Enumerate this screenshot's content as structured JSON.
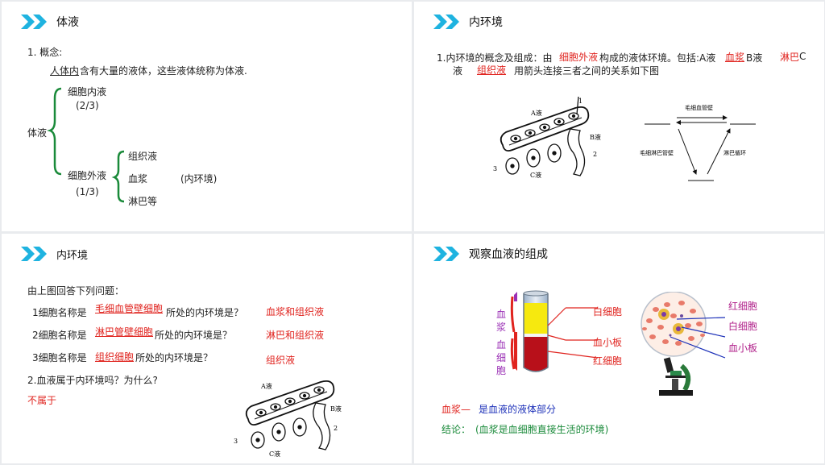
{
  "slide1": {
    "title": "体液",
    "concept_label": "1. 概念:",
    "definition_underlined": "人体内",
    "definition_rest": "含有大量的液体，这些液体统称为体液.",
    "root": "体液",
    "intra": "细胞内液",
    "intra_ratio": "(2/3)",
    "extra": "细胞外液",
    "extra_ratio": "(1/3)",
    "tissue_fluid": "组织液",
    "plasma": "血浆",
    "internal_env_note": "(内环境)",
    "lymph": "淋巴等"
  },
  "slide2": {
    "title": "内环境",
    "line1_a": "1.内环境的概念及组成：由",
    "line1_b": "构成的液体环境。包括:A液",
    "line1_c": "B液",
    "line2_a": "液",
    "line2_b": "用箭头连接三者之间的关系如下图",
    "ans_extracellular": "细胞外液",
    "ans_plasma": "血浆",
    "ans_lymph": "淋巴",
    "letter_c": "C",
    "ans_tissue": "组织液",
    "diagram": {
      "label_a": "A液",
      "label_b": "B液",
      "label_c": "C液",
      "num1": "1",
      "num2": "2",
      "num3": "3"
    },
    "rel": {
      "top": "毛细血管壁",
      "left": "毛细淋巴管壁",
      "right": "淋巴循环"
    }
  },
  "slide3": {
    "title": "内环境",
    "intro": "由上图回答下列问题：",
    "q1_a": "1细胞名称是",
    "q1_b": "所处的内环境是？",
    "q1_fill": "毛细血管壁细胞",
    "q1_ans": "血浆和组织液",
    "q2_a": "2细胞名称是",
    "q2_b": "所处的内环境是？",
    "q2_fill": "淋巴管壁细胞",
    "q2_ans": "淋巴和组织液",
    "q3_a": "3细胞名称是",
    "q3_b": "所处的内环境是？",
    "q3_fill": "组织细胞",
    "q3_ans": "组织液",
    "q4": "2.血液属于内环境吗？为什么?",
    "q4_ans": "不属于"
  },
  "slide4": {
    "title": "观察血液的组成",
    "blood_v": [
      "血",
      "浆"
    ],
    "cell_v": [
      "血",
      "细",
      "胞"
    ],
    "wbc": "白细胞",
    "platelet": "血小板",
    "rbc": "红细胞",
    "plasma_label": "血浆—",
    "plasma_desc": "是血液的液体部分",
    "conclusion_label": "结论：",
    "conclusion": "(血浆是血细胞直接生活的环境)"
  },
  "colors": {
    "accent_cyan": "#1fb3e0",
    "answer_red": "#e0241f",
    "label_purple": "#9a2fb5",
    "brace_green": "#1a8a3a",
    "desc_blue": "#1b2fb8"
  }
}
